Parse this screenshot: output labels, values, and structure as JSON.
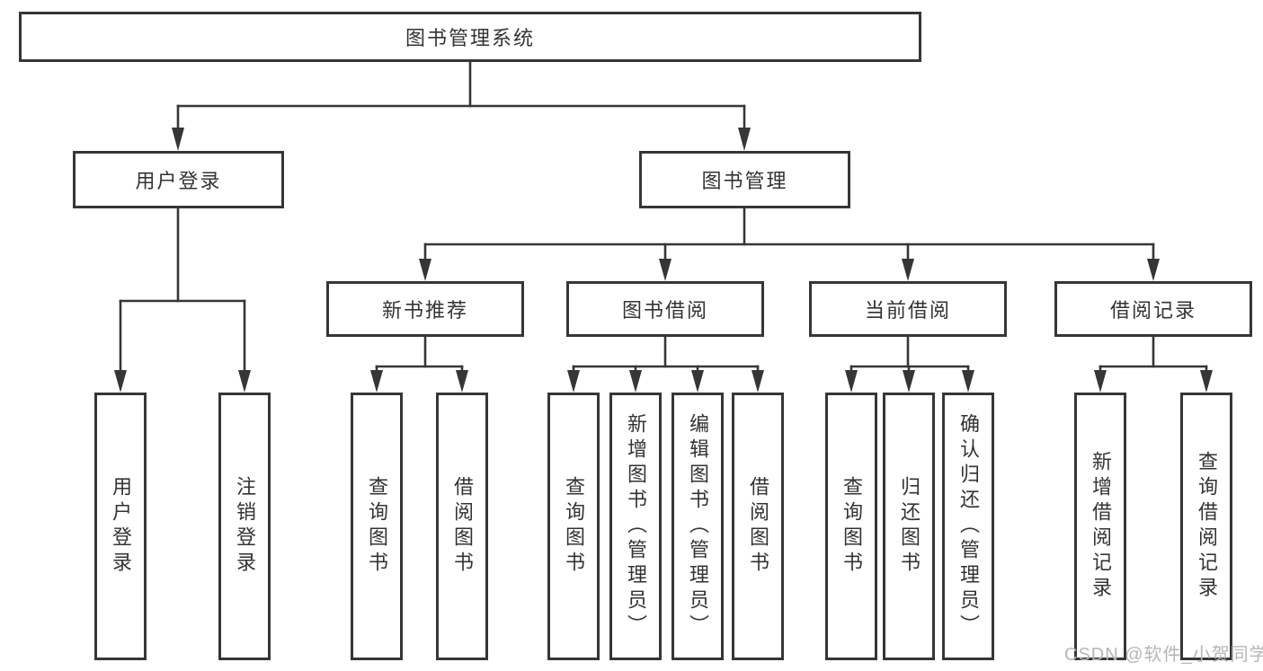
{
  "tree": {
    "root": "图书管理系统",
    "branches": [
      {
        "label": "用户登录",
        "leaves": [
          "用户登录",
          "注销登录"
        ]
      },
      {
        "label": "图书管理",
        "sections": [
          {
            "label": "新书推荐",
            "leaves": [
              "查询图书",
              "借阅图书"
            ]
          },
          {
            "label": "图书借阅",
            "leaves": [
              "查询图书",
              "新增图书（管理员）",
              "编辑图书（管理员）",
              "借阅图书"
            ]
          },
          {
            "label": "当前借阅",
            "leaves": [
              "查询图书",
              "归还图书",
              "确认归还（管理员）"
            ]
          },
          {
            "label": "借阅记录",
            "leaves": [
              "新增借阅记录",
              "查询借阅记录"
            ]
          }
        ]
      }
    ]
  },
  "watermark": {
    "text": "CSDN @软件_小贺同学"
  },
  "colors": {
    "line": "#363636",
    "box_border": "#363636",
    "text": "#333333",
    "watermark": "#b6b6b6",
    "background": "#ffffff"
  }
}
